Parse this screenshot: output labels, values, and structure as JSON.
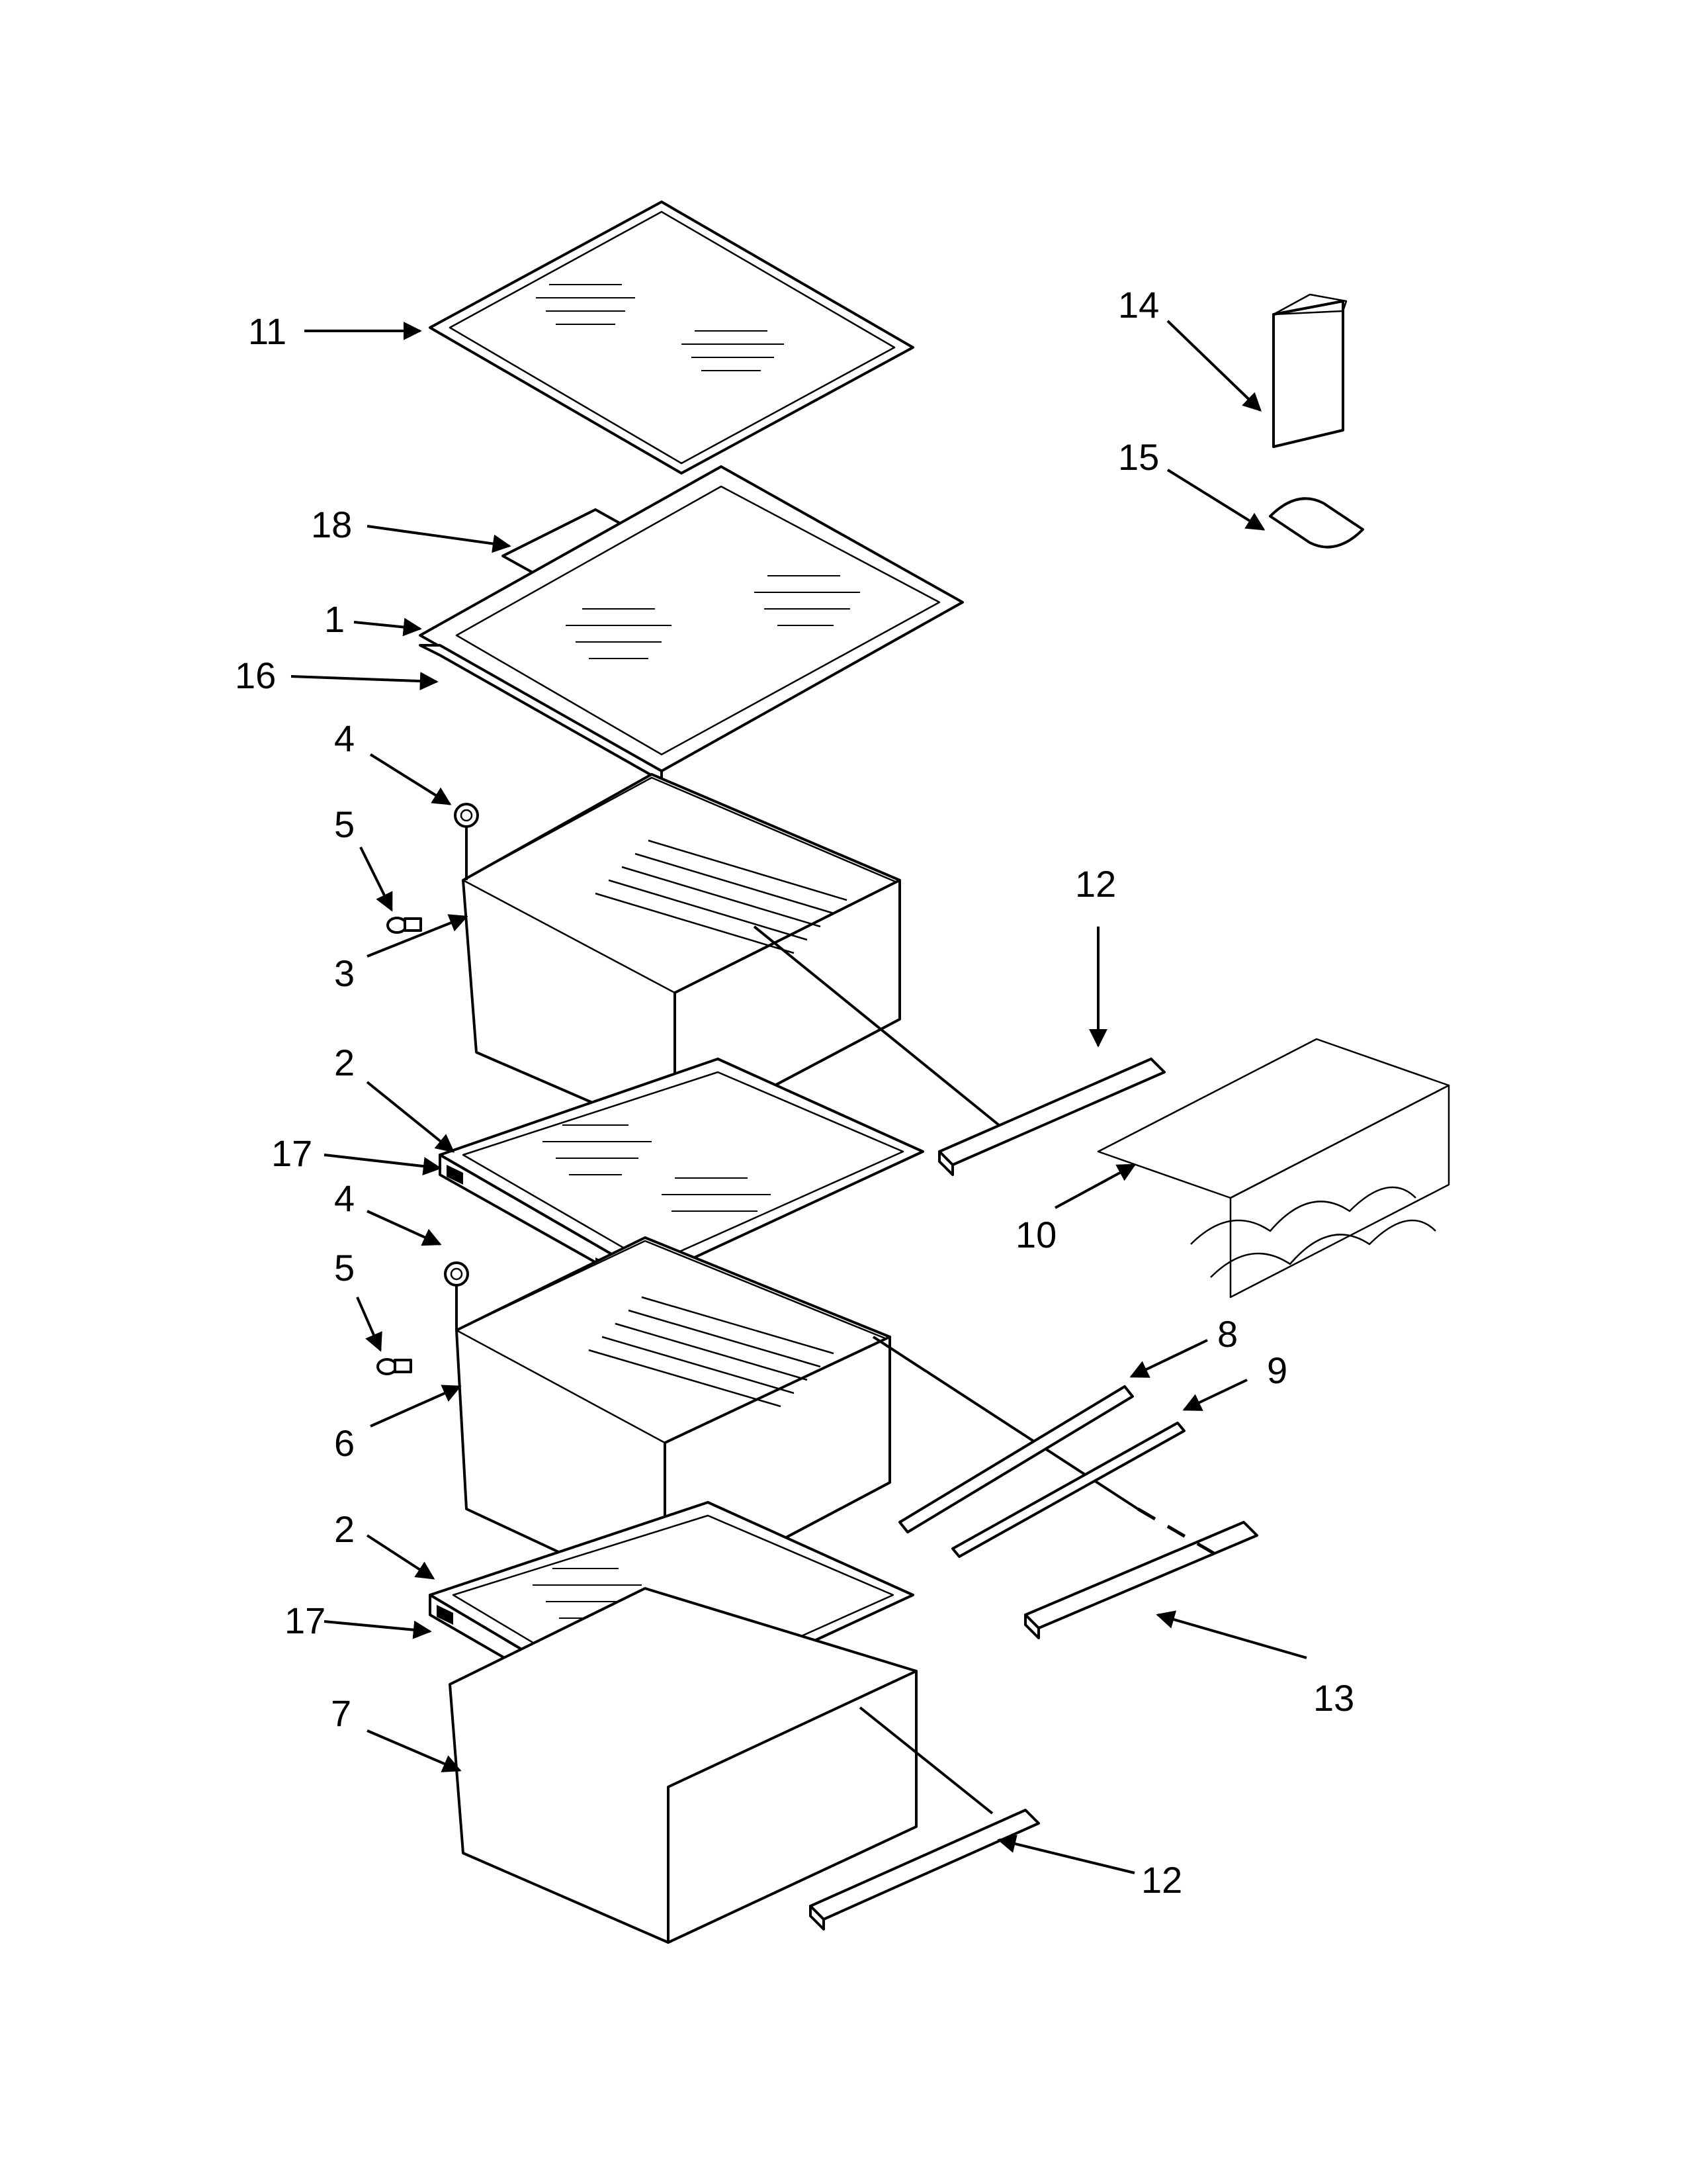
{
  "diagram": {
    "callouts": [
      {
        "id": "c11",
        "label": "11"
      },
      {
        "id": "c18",
        "label": "18"
      },
      {
        "id": "c1",
        "label": "1"
      },
      {
        "id": "c16",
        "label": "16"
      },
      {
        "id": "c4a",
        "label": "4"
      },
      {
        "id": "c5a",
        "label": "5"
      },
      {
        "id": "c3",
        "label": "3"
      },
      {
        "id": "c2a",
        "label": "2"
      },
      {
        "id": "c17a",
        "label": "17"
      },
      {
        "id": "c4b",
        "label": "4"
      },
      {
        "id": "c5b",
        "label": "5"
      },
      {
        "id": "c6",
        "label": "6"
      },
      {
        "id": "c2b",
        "label": "2"
      },
      {
        "id": "c17b",
        "label": "17"
      },
      {
        "id": "c7",
        "label": "7"
      },
      {
        "id": "c14",
        "label": "14"
      },
      {
        "id": "c15",
        "label": "15"
      },
      {
        "id": "c12a",
        "label": "12"
      },
      {
        "id": "c10",
        "label": "10"
      },
      {
        "id": "c8",
        "label": "8"
      },
      {
        "id": "c9",
        "label": "9"
      },
      {
        "id": "c13",
        "label": "13"
      },
      {
        "id": "c12b",
        "label": "12"
      }
    ]
  }
}
